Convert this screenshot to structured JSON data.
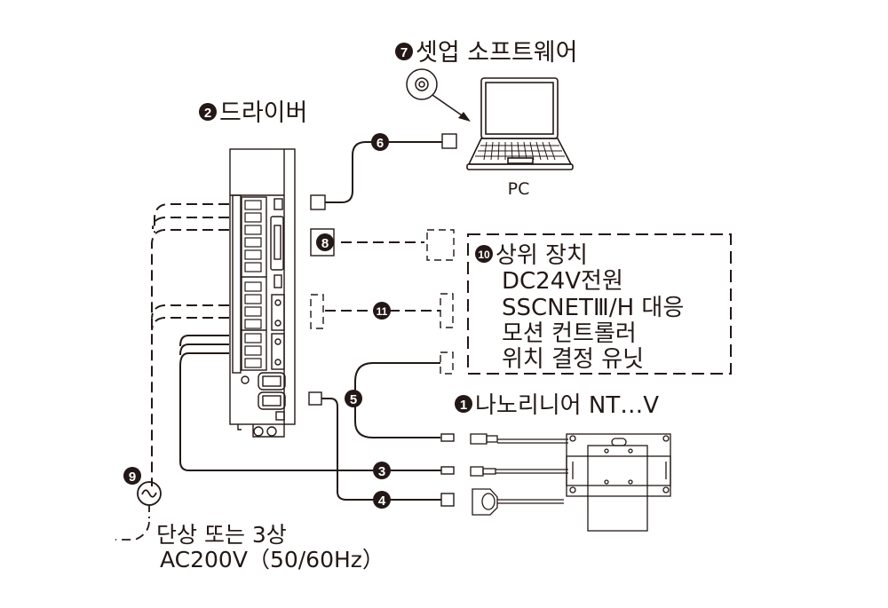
{
  "title": "Nano linear NT...V system configuration",
  "colors": {
    "ink": "#231815",
    "paper": "#ffffff"
  },
  "components": {
    "setup_software": {
      "number": "7",
      "label": "셋업 소프트웨어"
    },
    "driver": {
      "number": "2",
      "label": "드라이버"
    },
    "pc": {
      "label": "PC"
    },
    "host_device": {
      "number": "10",
      "title": "상위 장치",
      "lines": [
        "DC24V전원",
        "SSCNETⅢ/H 대응",
        "모션 컨트롤러",
        "위치 결정 유닛"
      ]
    },
    "nano_linear": {
      "number": "1",
      "label": "나노리니어 NT…V"
    },
    "power": {
      "number": "9",
      "line1": "단상 또는 3상",
      "line2": "AC200V（50/60Hz）"
    }
  },
  "cables": [
    {
      "number": "3"
    },
    {
      "number": "4"
    },
    {
      "number": "5"
    },
    {
      "number": "6"
    },
    {
      "number": "8"
    },
    {
      "number": "11"
    }
  ]
}
